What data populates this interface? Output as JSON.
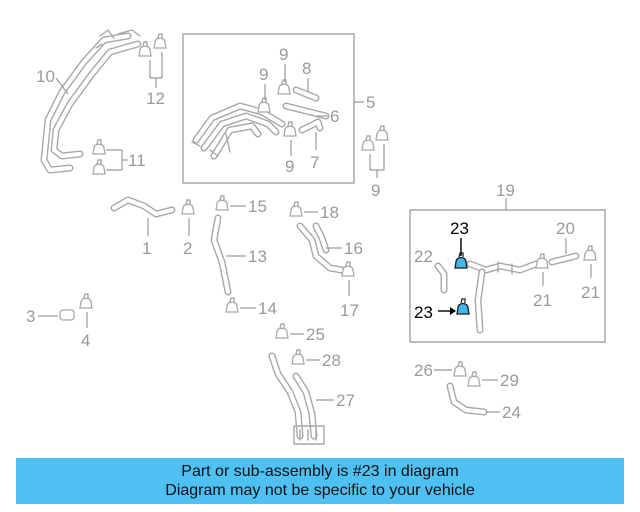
{
  "callouts": {
    "c1": "1",
    "c2": "2",
    "c3": "3",
    "c4": "4",
    "c5": "5",
    "c6": "6",
    "c7": "7",
    "c8": "8",
    "c9": "9",
    "c10": "10",
    "c11": "11",
    "c12": "12",
    "c13": "13",
    "c14": "14",
    "c15": "15",
    "c16": "16",
    "c17": "17",
    "c18": "18",
    "c19": "19",
    "c20": "20",
    "c21": "21",
    "c22": "22",
    "c23": "23",
    "c24": "24",
    "c25": "25",
    "c26": "26",
    "c27": "27",
    "c28": "28",
    "c29": "29"
  },
  "highlight": {
    "part_number": "23",
    "color": "#45b6e8"
  },
  "banner": {
    "line1": "Part or sub-assembly is #23 in diagram",
    "line2": "Diagram may not be specific to your vehicle",
    "background": "#4fc0f2"
  }
}
